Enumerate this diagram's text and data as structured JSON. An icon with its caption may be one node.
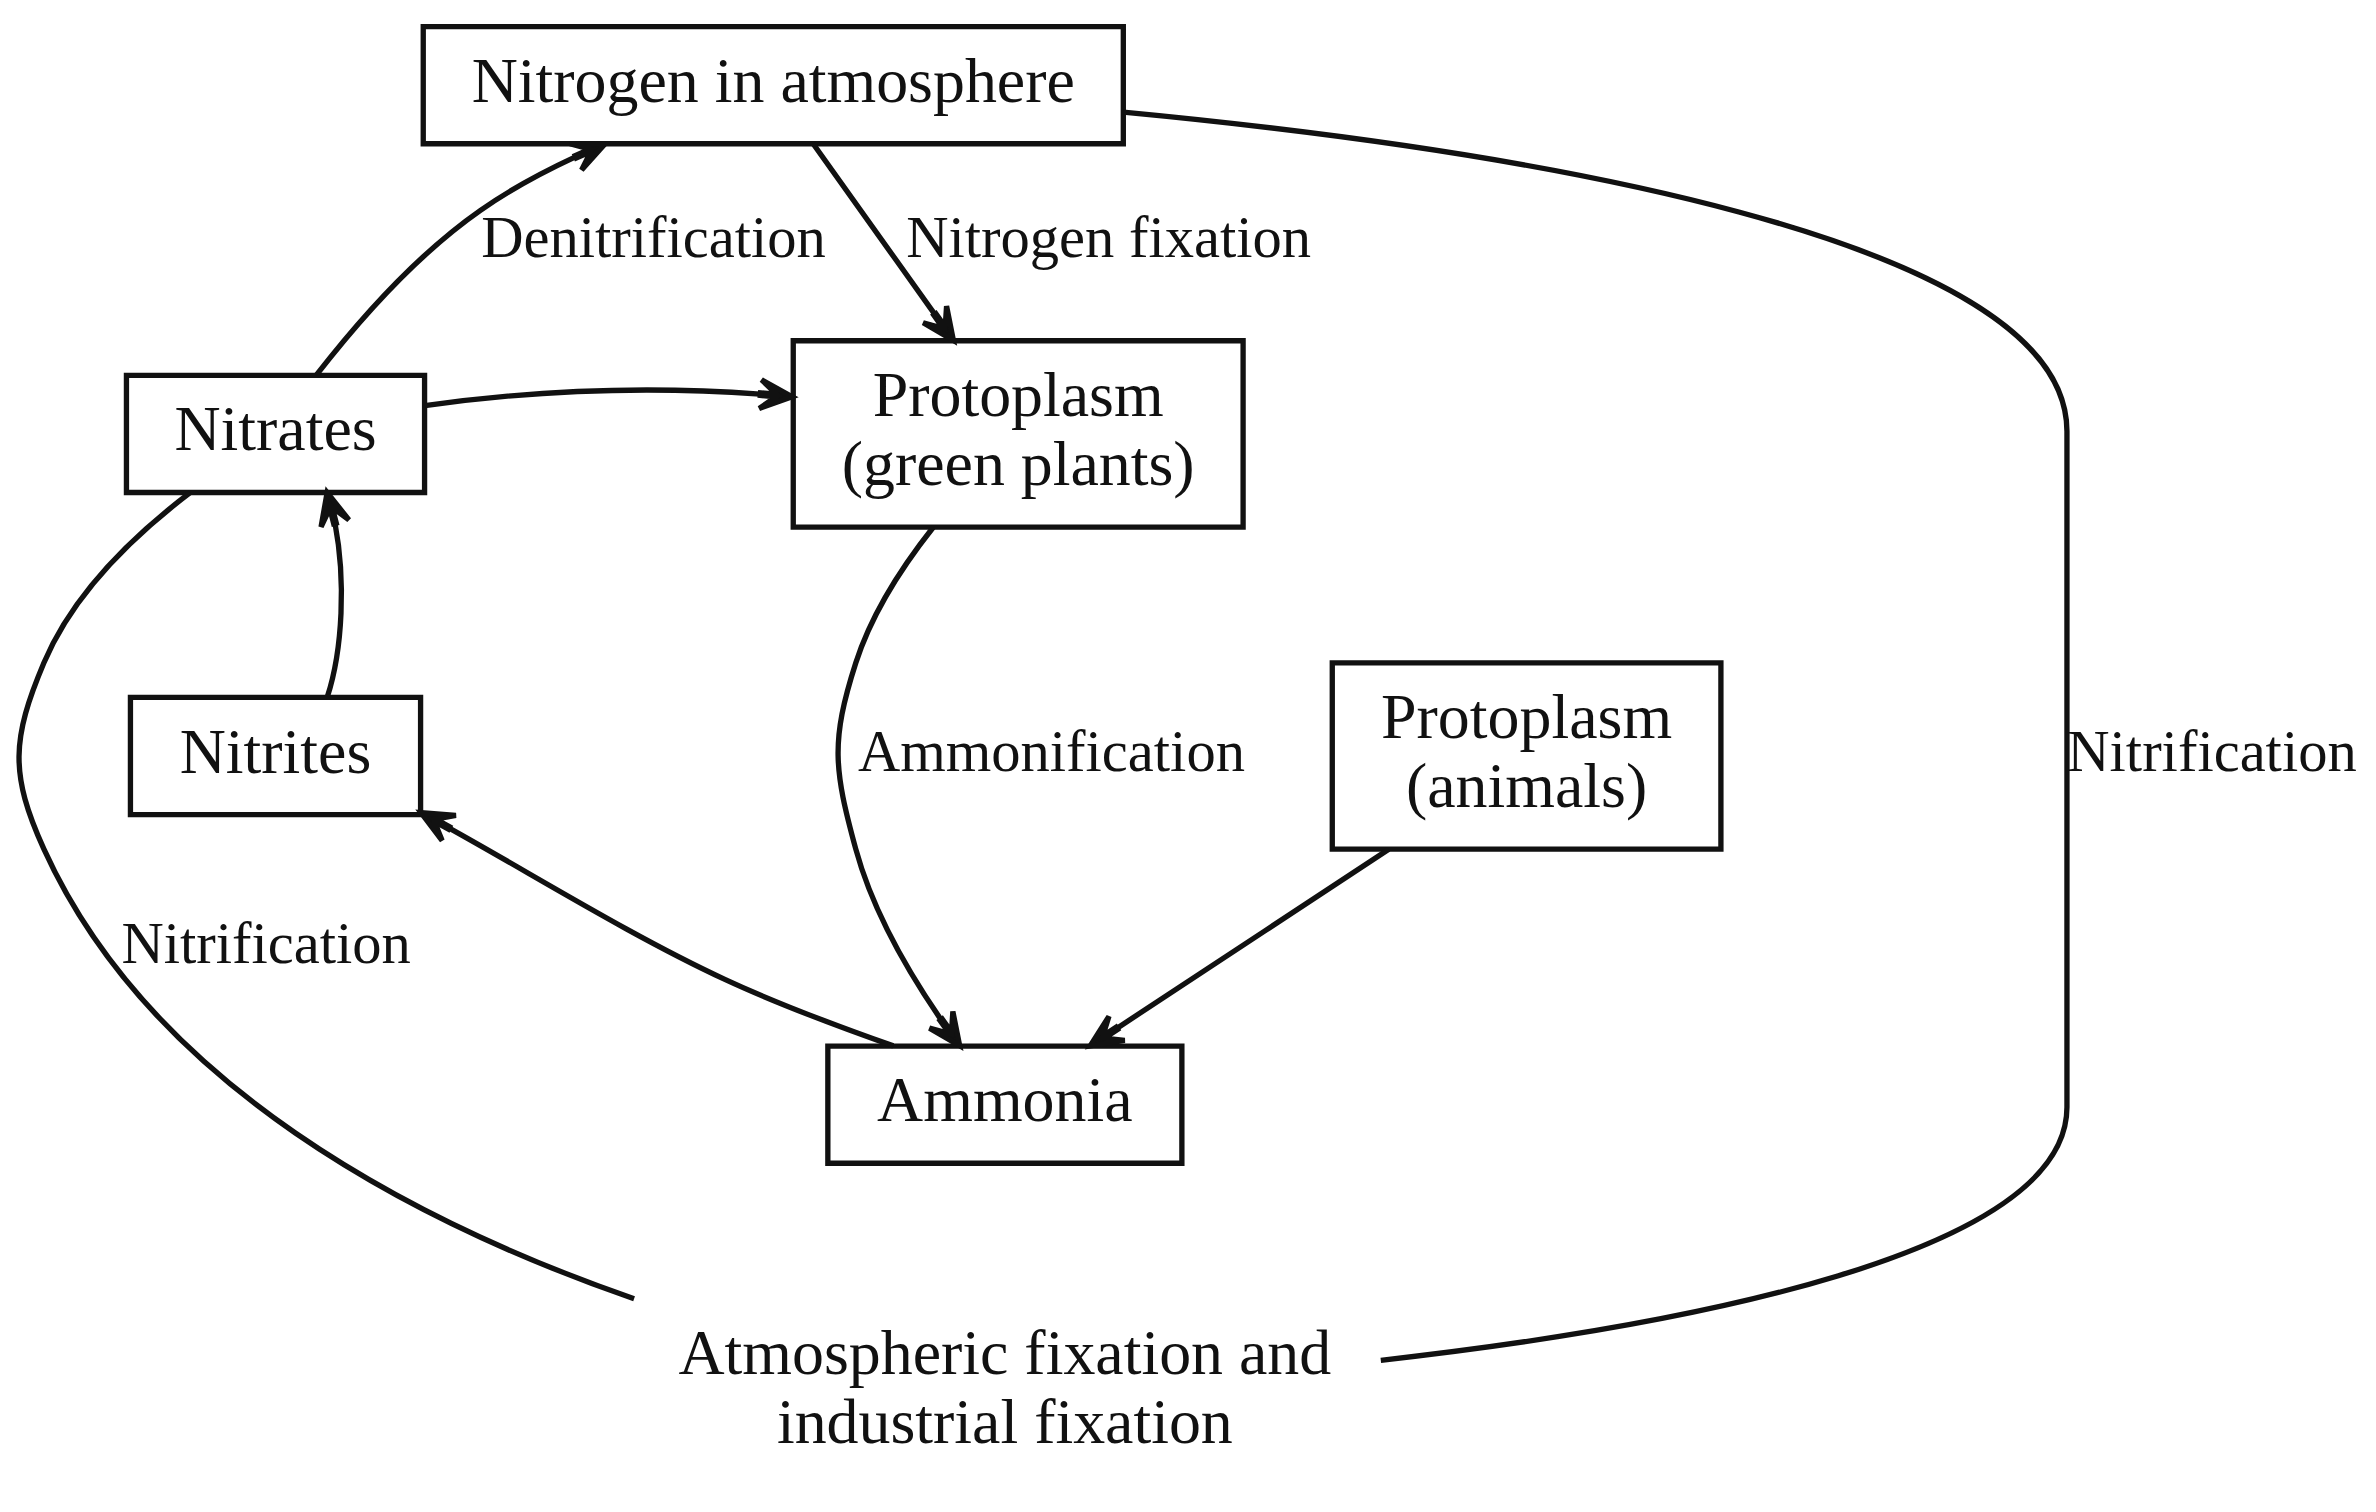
{
  "diagram": {
    "nodes": [
      {
        "text": [
          "Nitrogen in atmosphere"
        ]
      },
      {
        "text": [
          "Nitrates"
        ]
      },
      {
        "text": [
          "Protoplasm (green plants)"
        ]
      },
      {
        "text": [
          "Protoplasm (animals)"
        ]
      },
      {
        "text": [
          "Nitrites"
        ]
      },
      {
        "text": [
          "Ammonia"
        ]
      },
      {
        "text": [
          "Atmospheric fixation and industrial fixation"
        ]
      }
    ],
    "edges": [
      {
        "from": 1,
        "to": 0,
        "arrow": "to",
        "label": "Denitrification"
      },
      {
        "from": 0,
        "to": 2,
        "arrow": "to",
        "label": "Nitrogen fixation"
      },
      {
        "from": 1,
        "to": 2,
        "arrow": "to"
      },
      {
        "from": 2,
        "to": 5,
        "arrow": "to",
        "label": "Ammonification"
      },
      {
        "from": 3,
        "to": 5,
        "arrow": "to"
      },
      {
        "from": 5,
        "to": 4,
        "arrow": "to"
      },
      {
        "from": 4,
        "to": 1,
        "arrow": "to"
      },
      {
        "from": 0,
        "to": 6,
        "arrow": "none",
        "label": "Nitrification"
      },
      {
        "from": 6,
        "to": 1,
        "arrow": "none",
        "label": "Nitrification"
      }
    ]
  }
}
